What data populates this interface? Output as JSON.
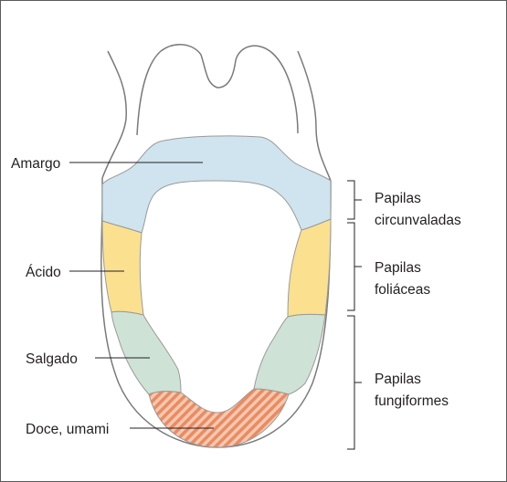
{
  "labels": {
    "bitter": "Amargo",
    "sour": "Ácido",
    "salty": "Salgado",
    "sweet": "Doce, umami"
  },
  "papillae": {
    "circumvallate": [
      "Papilas",
      "circunvaladas"
    ],
    "foliate": [
      "Papilas",
      "foliáceas"
    ],
    "fungiform": [
      "Papilas",
      "fungiformes"
    ]
  },
  "colors": {
    "bitter": "#cfe4ee",
    "sour": "#fbe08f",
    "salty": "#cfe2d6",
    "sweet_stripe_a": "#ec8a60",
    "sweet_stripe_b": "#f4c9b2",
    "outline": "#7a7a7a",
    "zone_border": "#9a9a9a"
  }
}
